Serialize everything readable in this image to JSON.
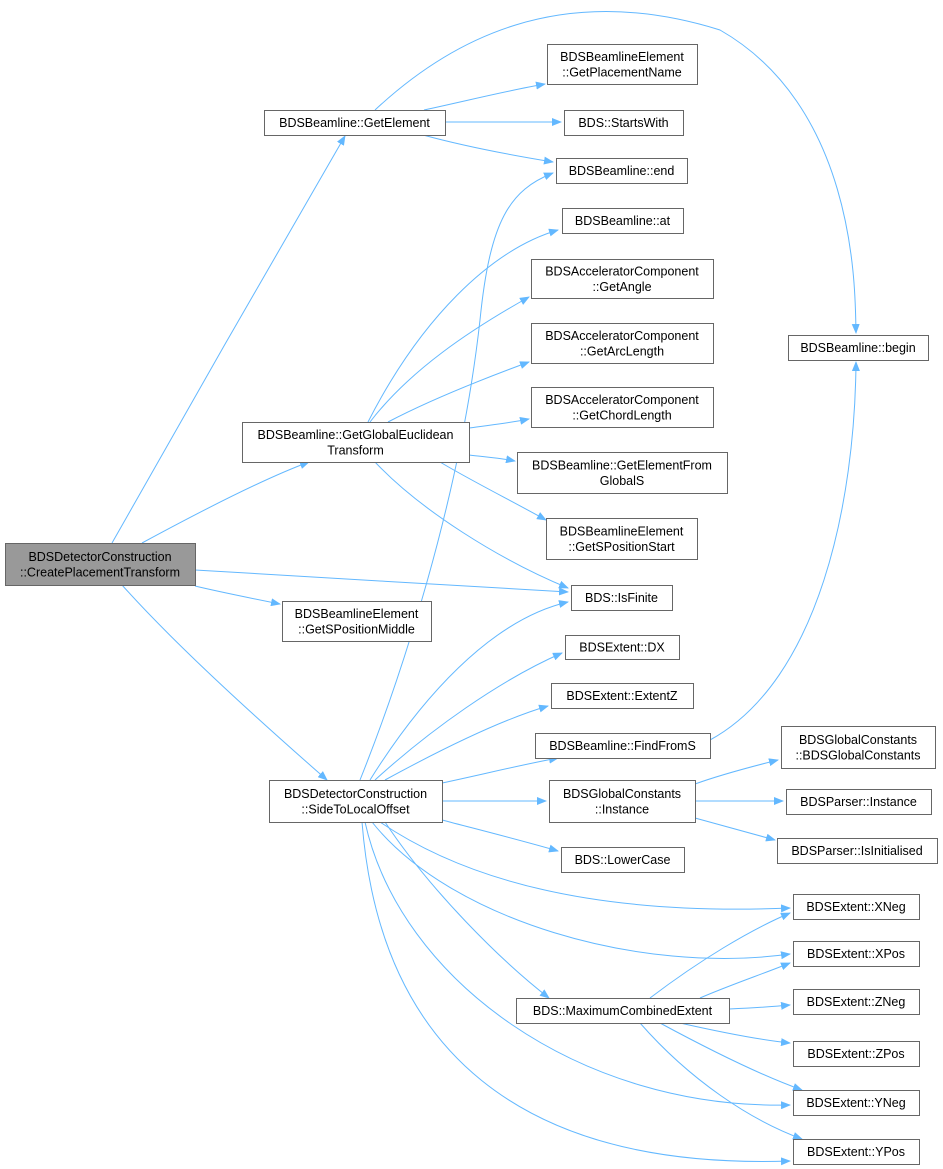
{
  "colors": {
    "edge": "#63b8ff",
    "node_border": "#666666",
    "node_fill": "#ffffff",
    "root_fill": "#999999",
    "text": "#000000"
  },
  "nodes": [
    {
      "id": "root",
      "lines": [
        "BDSDetectorConstruction",
        "::CreatePlacementTransform"
      ],
      "root": true
    },
    {
      "id": "getElement",
      "lines": [
        "BDSBeamline::GetElement"
      ]
    },
    {
      "id": "getGlobalEuclidean",
      "lines": [
        "BDSBeamline::GetGlobalEuclidean",
        "Transform"
      ]
    },
    {
      "id": "getSPositionMiddle",
      "lines": [
        "BDSBeamlineElement",
        "::GetSPositionMiddle"
      ]
    },
    {
      "id": "sideToLocalOffset",
      "lines": [
        "BDSDetectorConstruction",
        "::SideToLocalOffset"
      ]
    },
    {
      "id": "getPlacementName",
      "lines": [
        "BDSBeamlineElement",
        "::GetPlacementName"
      ]
    },
    {
      "id": "startsWith",
      "lines": [
        "BDS::StartsWith"
      ]
    },
    {
      "id": "end",
      "lines": [
        "BDSBeamline::end"
      ]
    },
    {
      "id": "at",
      "lines": [
        "BDSBeamline::at"
      ]
    },
    {
      "id": "getAngle",
      "lines": [
        "BDSAcceleratorComponent",
        "::GetAngle"
      ]
    },
    {
      "id": "getArcLength",
      "lines": [
        "BDSAcceleratorComponent",
        "::GetArcLength"
      ]
    },
    {
      "id": "getChordLength",
      "lines": [
        "BDSAcceleratorComponent",
        "::GetChordLength"
      ]
    },
    {
      "id": "getElementFromGlobalS",
      "lines": [
        "BDSBeamline::GetElementFrom",
        "GlobalS"
      ]
    },
    {
      "id": "getSPositionStart",
      "lines": [
        "BDSBeamlineElement",
        "::GetSPositionStart"
      ]
    },
    {
      "id": "isFinite",
      "lines": [
        "BDS::IsFinite"
      ]
    },
    {
      "id": "dx",
      "lines": [
        "BDSExtent::DX"
      ]
    },
    {
      "id": "extentZ",
      "lines": [
        "BDSExtent::ExtentZ"
      ]
    },
    {
      "id": "findFromS",
      "lines": [
        "BDSBeamline::FindFromS"
      ]
    },
    {
      "id": "gcInstance",
      "lines": [
        "BDSGlobalConstants",
        "::Instance"
      ]
    },
    {
      "id": "lowerCase",
      "lines": [
        "BDS::LowerCase"
      ]
    },
    {
      "id": "maxCombinedExtent",
      "lines": [
        "BDS::MaximumCombinedExtent"
      ]
    },
    {
      "id": "begin",
      "lines": [
        "BDSBeamline::begin"
      ]
    },
    {
      "id": "gcCtor",
      "lines": [
        "BDSGlobalConstants",
        "::BDSGlobalConstants"
      ]
    },
    {
      "id": "parserInstance",
      "lines": [
        "BDSParser::Instance"
      ]
    },
    {
      "id": "parserIsInitialised",
      "lines": [
        "BDSParser::IsInitialised"
      ]
    },
    {
      "id": "xNeg",
      "lines": [
        "BDSExtent::XNeg"
      ]
    },
    {
      "id": "xPos",
      "lines": [
        "BDSExtent::XPos"
      ]
    },
    {
      "id": "zNeg",
      "lines": [
        "BDSExtent::ZNeg"
      ]
    },
    {
      "id": "zPos",
      "lines": [
        "BDSExtent::ZPos"
      ]
    },
    {
      "id": "yNeg",
      "lines": [
        "BDSExtent::YNeg"
      ]
    },
    {
      "id": "yPos",
      "lines": [
        "BDSExtent::YPos"
      ]
    }
  ],
  "edges": [
    [
      "root",
      "getElement"
    ],
    [
      "root",
      "getGlobalEuclidean"
    ],
    [
      "root",
      "isFinite"
    ],
    [
      "root",
      "getSPositionMiddle"
    ],
    [
      "root",
      "sideToLocalOffset"
    ],
    [
      "getElement",
      "getPlacementName"
    ],
    [
      "getElement",
      "startsWith"
    ],
    [
      "getElement",
      "end"
    ],
    [
      "getElement",
      "begin"
    ],
    [
      "getGlobalEuclidean",
      "at"
    ],
    [
      "getGlobalEuclidean",
      "getAngle"
    ],
    [
      "getGlobalEuclidean",
      "getArcLength"
    ],
    [
      "getGlobalEuclidean",
      "getChordLength"
    ],
    [
      "getGlobalEuclidean",
      "getElementFromGlobalS"
    ],
    [
      "getGlobalEuclidean",
      "getSPositionStart"
    ],
    [
      "getGlobalEuclidean",
      "isFinite"
    ],
    [
      "sideToLocalOffset",
      "end"
    ],
    [
      "sideToLocalOffset",
      "isFinite"
    ],
    [
      "sideToLocalOffset",
      "dx"
    ],
    [
      "sideToLocalOffset",
      "extentZ"
    ],
    [
      "sideToLocalOffset",
      "findFromS"
    ],
    [
      "sideToLocalOffset",
      "gcInstance"
    ],
    [
      "sideToLocalOffset",
      "lowerCase"
    ],
    [
      "sideToLocalOffset",
      "maxCombinedExtent"
    ],
    [
      "sideToLocalOffset",
      "xNeg"
    ],
    [
      "sideToLocalOffset",
      "xPos"
    ],
    [
      "sideToLocalOffset",
      "yNeg"
    ],
    [
      "sideToLocalOffset",
      "yPos"
    ],
    [
      "findFromS",
      "begin"
    ],
    [
      "gcInstance",
      "gcCtor"
    ],
    [
      "gcInstance",
      "parserInstance"
    ],
    [
      "gcInstance",
      "parserIsInitialised"
    ],
    [
      "maxCombinedExtent",
      "xNeg"
    ],
    [
      "maxCombinedExtent",
      "xPos"
    ],
    [
      "maxCombinedExtent",
      "zNeg"
    ],
    [
      "maxCombinedExtent",
      "zPos"
    ],
    [
      "maxCombinedExtent",
      "yNeg"
    ],
    [
      "maxCombinedExtent",
      "yPos"
    ]
  ]
}
